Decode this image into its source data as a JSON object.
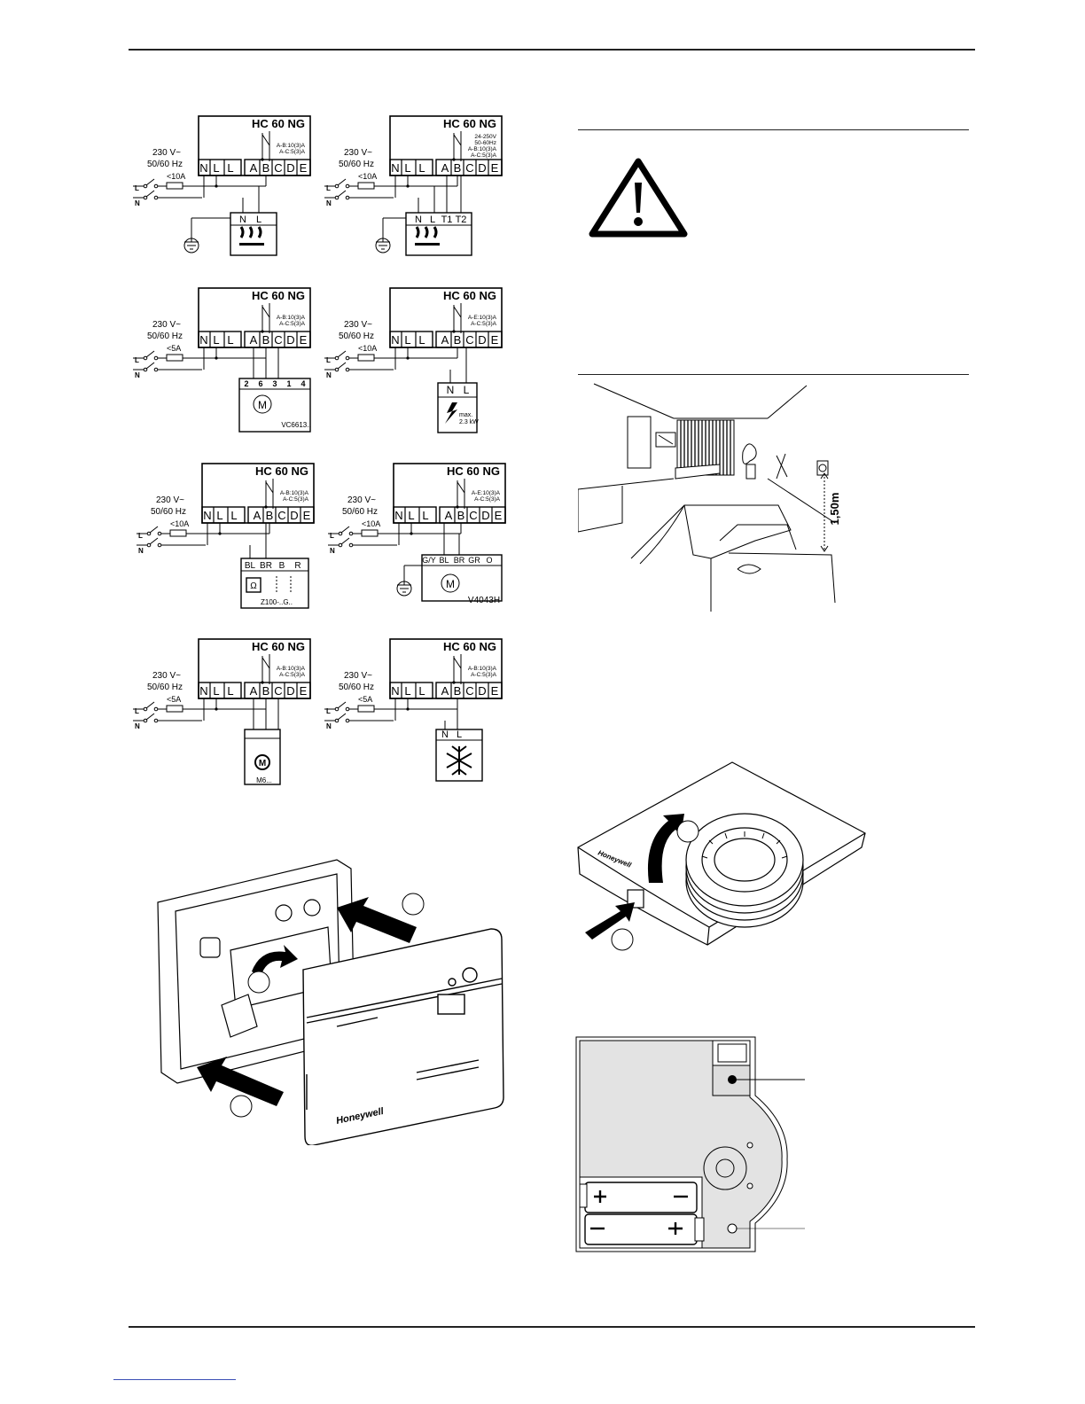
{
  "wiring": {
    "model": "HC 60 NG",
    "supply": [
      "230 V~",
      "50/60 Hz"
    ],
    "relay_rating": [
      "A-B:10(3)A",
      "A-C:5(3)A"
    ],
    "relay_rating_alt": [
      "24-250V",
      "50-60Hz",
      "A-B:10(3)A",
      "A-C:5(3)A"
    ],
    "relay_rating_e": [
      "A-E:10(3)A",
      "A-C:5(3)A"
    ],
    "terminals": [
      "N",
      "L",
      "L",
      "A",
      "B",
      "C",
      "D",
      "E"
    ],
    "phase_label": "L",
    "neutral_label": "N",
    "fuse_10": "<10A",
    "fuse_5": "<5A",
    "diagrams": {
      "d1": {
        "load_terminals": [
          "N",
          "L"
        ]
      },
      "d2": {
        "load_terminals": [
          "N",
          "L",
          "T1",
          "T2"
        ]
      },
      "d3": {
        "load_terminals": [
          "2",
          "6",
          "3",
          "1",
          "4"
        ],
        "motor": "M",
        "device": "VC6613.."
      },
      "d4": {
        "load_terminals": [
          "N",
          "L"
        ],
        "device": [
          "max.",
          "2.3 kW"
        ]
      },
      "d5": {
        "load_terminals": [
          "BL",
          "BR",
          "B",
          "R"
        ],
        "device": "Z100-..G.."
      },
      "d6": {
        "load_terminals": [
          "G/Y",
          "BL",
          "BR",
          "GR",
          "O"
        ],
        "motor": "M",
        "device": "V4043H"
      },
      "d7": {
        "motor": "M",
        "device": "M6..."
      },
      "d8": {
        "load_terminals": [
          "N",
          "L"
        ]
      }
    }
  },
  "room": {
    "mount_height": "1,50m"
  },
  "brand": "Honeywell"
}
